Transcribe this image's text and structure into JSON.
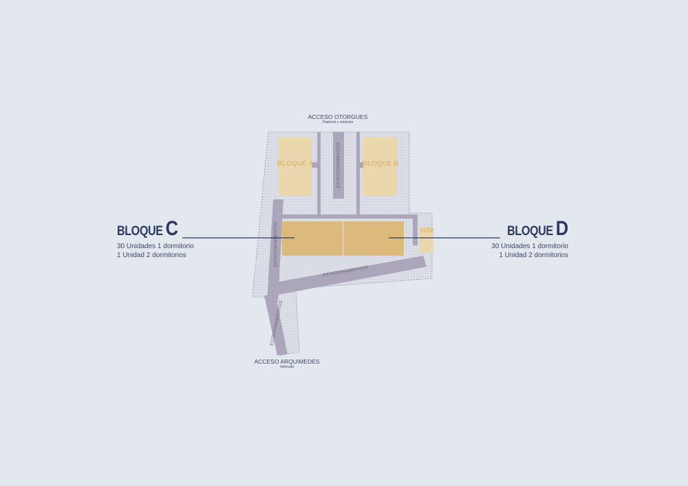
{
  "access_top": {
    "title": "ACCESO OTORGUES",
    "subtitle": "Peatonal y vehicular"
  },
  "access_bottom": {
    "title": "ACCESO ARQUIMEDES",
    "subtitle": "Vehicular"
  },
  "bloque_c": {
    "word": "BLOQUE",
    "letter": "C",
    "line1": "30 Unidades 1 dormitorio",
    "line2": "1 Unidad 2 dormitorios"
  },
  "bloque_d": {
    "word": "BLOQUE",
    "letter": "D",
    "line1": "30 Unidades 1 dormitorio",
    "line2": "1 Unidad 2 dormitorios"
  },
  "plan": {
    "bloque_a": "BLOQUE A",
    "bloque_b": "BLOQUE B",
    "sum": "SUM",
    "parking": "ESTACIONAMIENTOS"
  },
  "colors": {
    "background": "#e3e7ee",
    "navy": "#2b3a5e",
    "block": "#dcba7c",
    "block_faded": "#ebd7ad",
    "road": "#aba6ba"
  }
}
